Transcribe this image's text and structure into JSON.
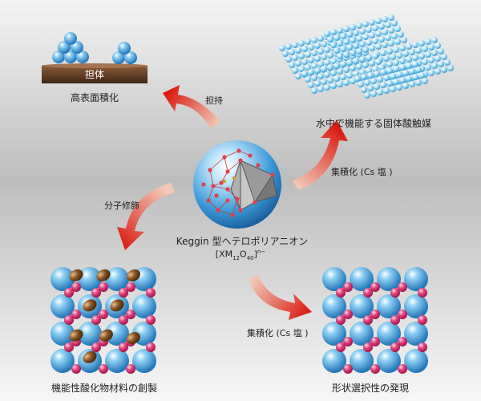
{
  "support": {
    "plate_label": "担体",
    "caption": "高表面積化",
    "arrow_label": "担持"
  },
  "solid_acid": {
    "caption": "水中で機能する固体酸触媒",
    "arrow_label": "集積化 (Cs 塩 )"
  },
  "center": {
    "title": "Keggin 型ヘテロポリアニオン",
    "formula": {
      "open": "[XM",
      "sub1": "12",
      "mid": "O",
      "sub2": "40",
      "close": "]",
      "sup": "n−"
    }
  },
  "modification": {
    "arrow_label": "分子修飾",
    "caption": "機能性酸化物材料の創製"
  },
  "shape_selective": {
    "arrow_label": "集積化 (Cs 塩 )",
    "caption": "形状選択性の発現"
  },
  "colors": {
    "arrow_gradient_start": "#f2c9b4",
    "arrow_gradient_end": "#d9170e",
    "anion_sphere": "#3a98d8",
    "cs_cation": "#d9286a",
    "support_plate": "#5a3a22",
    "organic_group": "#7a4a1c"
  }
}
